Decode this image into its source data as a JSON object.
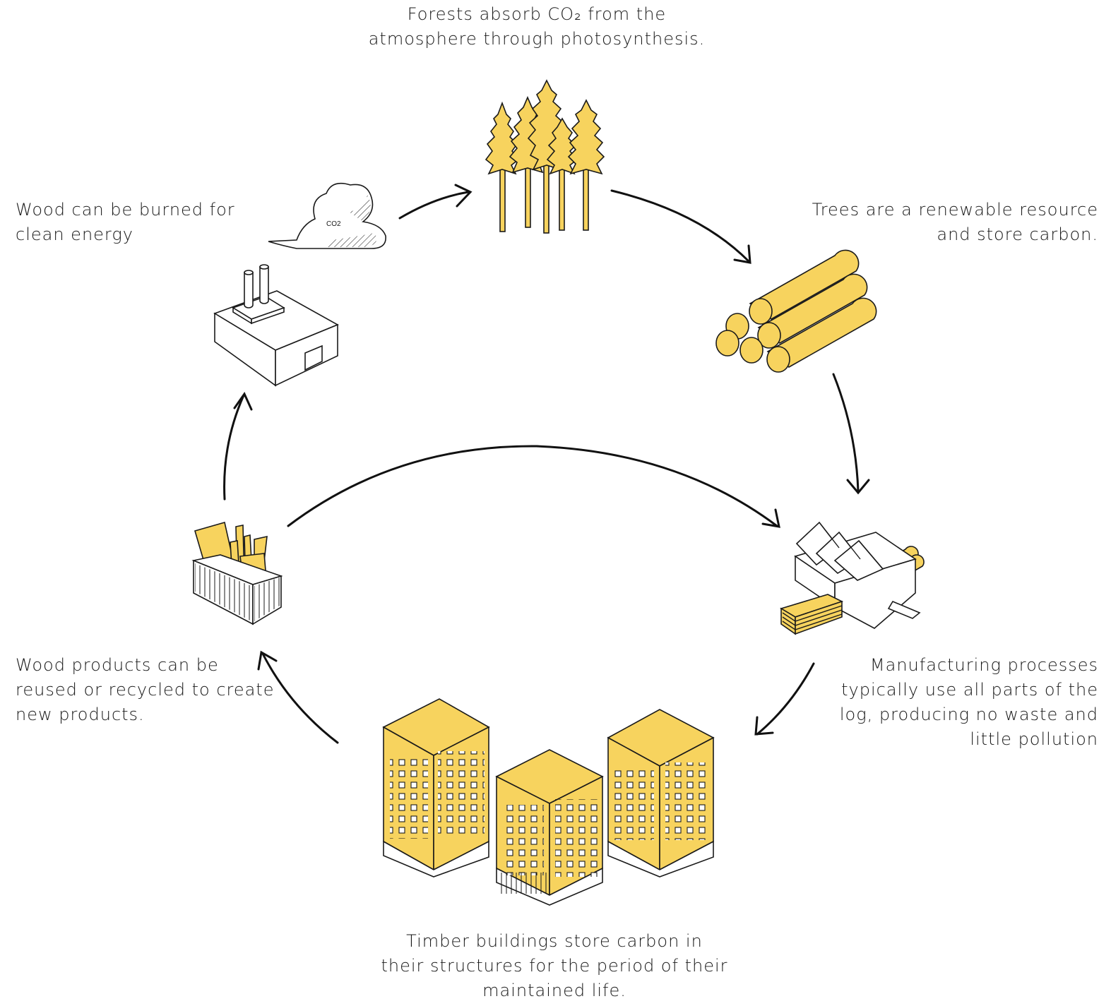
{
  "accent_color": "#F7D35E",
  "line_color": "#1a1a1a",
  "labels": {
    "forest": [
      "Forests absorb CO₂ from the",
      "atmosphere through photosynthesis."
    ],
    "trees": [
      "Trees are a renewable resource",
      "and store carbon."
    ],
    "manufacturing": [
      "Manufacturing processes",
      "typically use all parts of the",
      "log, producing no waste and",
      "little pollution"
    ],
    "timber": [
      "Timber buildings store carbon in",
      "their structures for the period of their",
      "maintained life."
    ],
    "reuse": [
      "Wood products can be",
      "reused or recycled to create",
      "new products."
    ],
    "burn": [
      "Wood can be burned for",
      "clean energy"
    ]
  },
  "cloud_text": "CO2",
  "icons": [
    "forest-icon",
    "log-pile-icon",
    "sawmill-icon",
    "timber-buildings-icon",
    "wood-scraps-crate-icon",
    "factory-icon",
    "co2-cloud-icon"
  ]
}
